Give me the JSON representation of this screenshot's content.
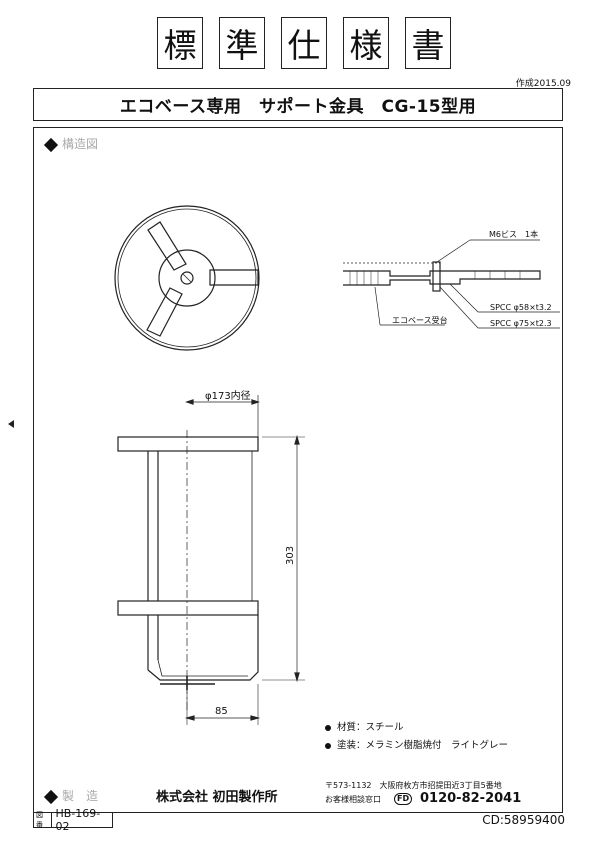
{
  "header": {
    "title_chars": [
      "標",
      "準",
      "仕",
      "様",
      "書"
    ],
    "edition": "作成2015.09",
    "subject": "エコベース専用　サポート金具　CG-15型用"
  },
  "section": {
    "structure_label": "構造図"
  },
  "drawing": {
    "callouts": {
      "screw": "M6ビス　1本",
      "base": "エコベース受台",
      "plate_small": "SPCC φ58×t3.2",
      "plate_large": "SPCC φ75×t2.3"
    },
    "dims": {
      "inner_diameter": "φ173内径",
      "height": "303",
      "offset": "85"
    }
  },
  "specs": [
    {
      "label": "材質：",
      "value": "スチール"
    },
    {
      "label": "塗装：",
      "value": "メラミン樹脂焼付　ライトグレー"
    }
  ],
  "maker": {
    "section_label": "製　造",
    "company": "株式会社 初田製作所",
    "postal": "〒573-1132　大阪府枚方市招提田近3丁目5番地",
    "consult_label": "お客様相談窓口",
    "phone": "0120-82-2041",
    "freedial_mark": "FD"
  },
  "footer": {
    "doc_label": "図番",
    "doc_no": "HB-169-02",
    "cd": "CD:58959400"
  },
  "colors": {
    "line": "#222222",
    "faded": "#aaaaaa"
  }
}
